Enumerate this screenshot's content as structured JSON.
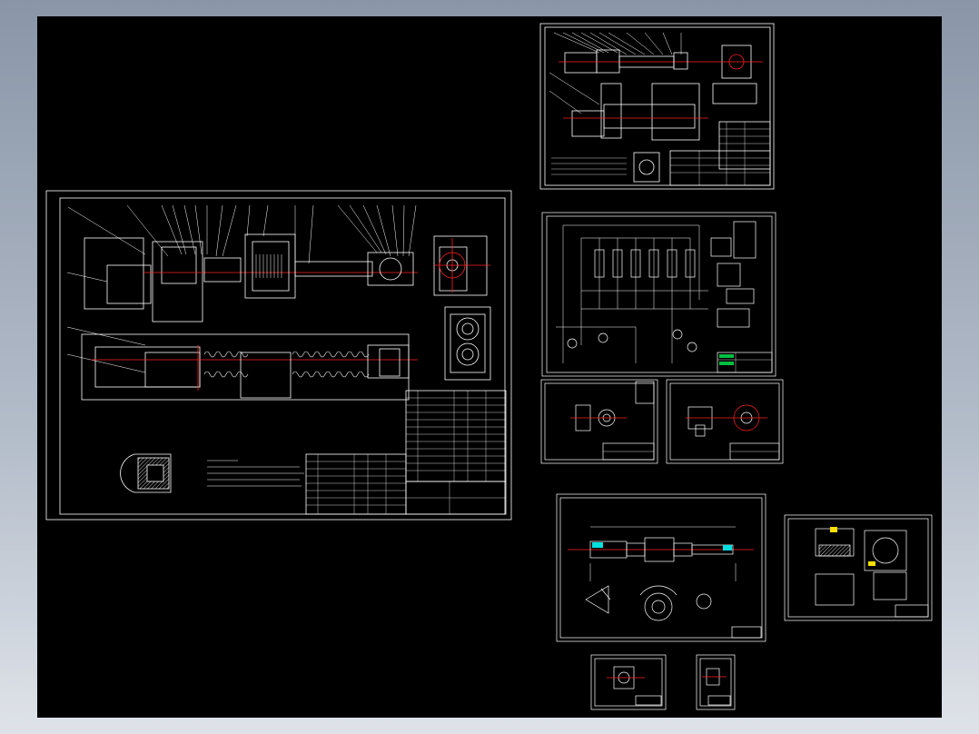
{
  "viewer": {
    "background_color": "#000000",
    "line_color": "#ffffff",
    "accent_red": "#ff2020",
    "accent_cyan": "#00e0e0",
    "accent_yellow": "#ffe000"
  },
  "sheets": [
    {
      "id": "main-assembly",
      "kind": "assembly"
    },
    {
      "id": "sheet-top-right",
      "kind": "assembly-small"
    },
    {
      "id": "sheet-schematic",
      "kind": "electrical-schematic"
    },
    {
      "id": "sheet-part-a",
      "kind": "part"
    },
    {
      "id": "sheet-part-b",
      "kind": "part"
    },
    {
      "id": "sheet-shaft",
      "kind": "shaft"
    },
    {
      "id": "sheet-block",
      "kind": "part"
    },
    {
      "id": "sheet-small-1",
      "kind": "part"
    },
    {
      "id": "sheet-small-2",
      "kind": "part"
    }
  ]
}
